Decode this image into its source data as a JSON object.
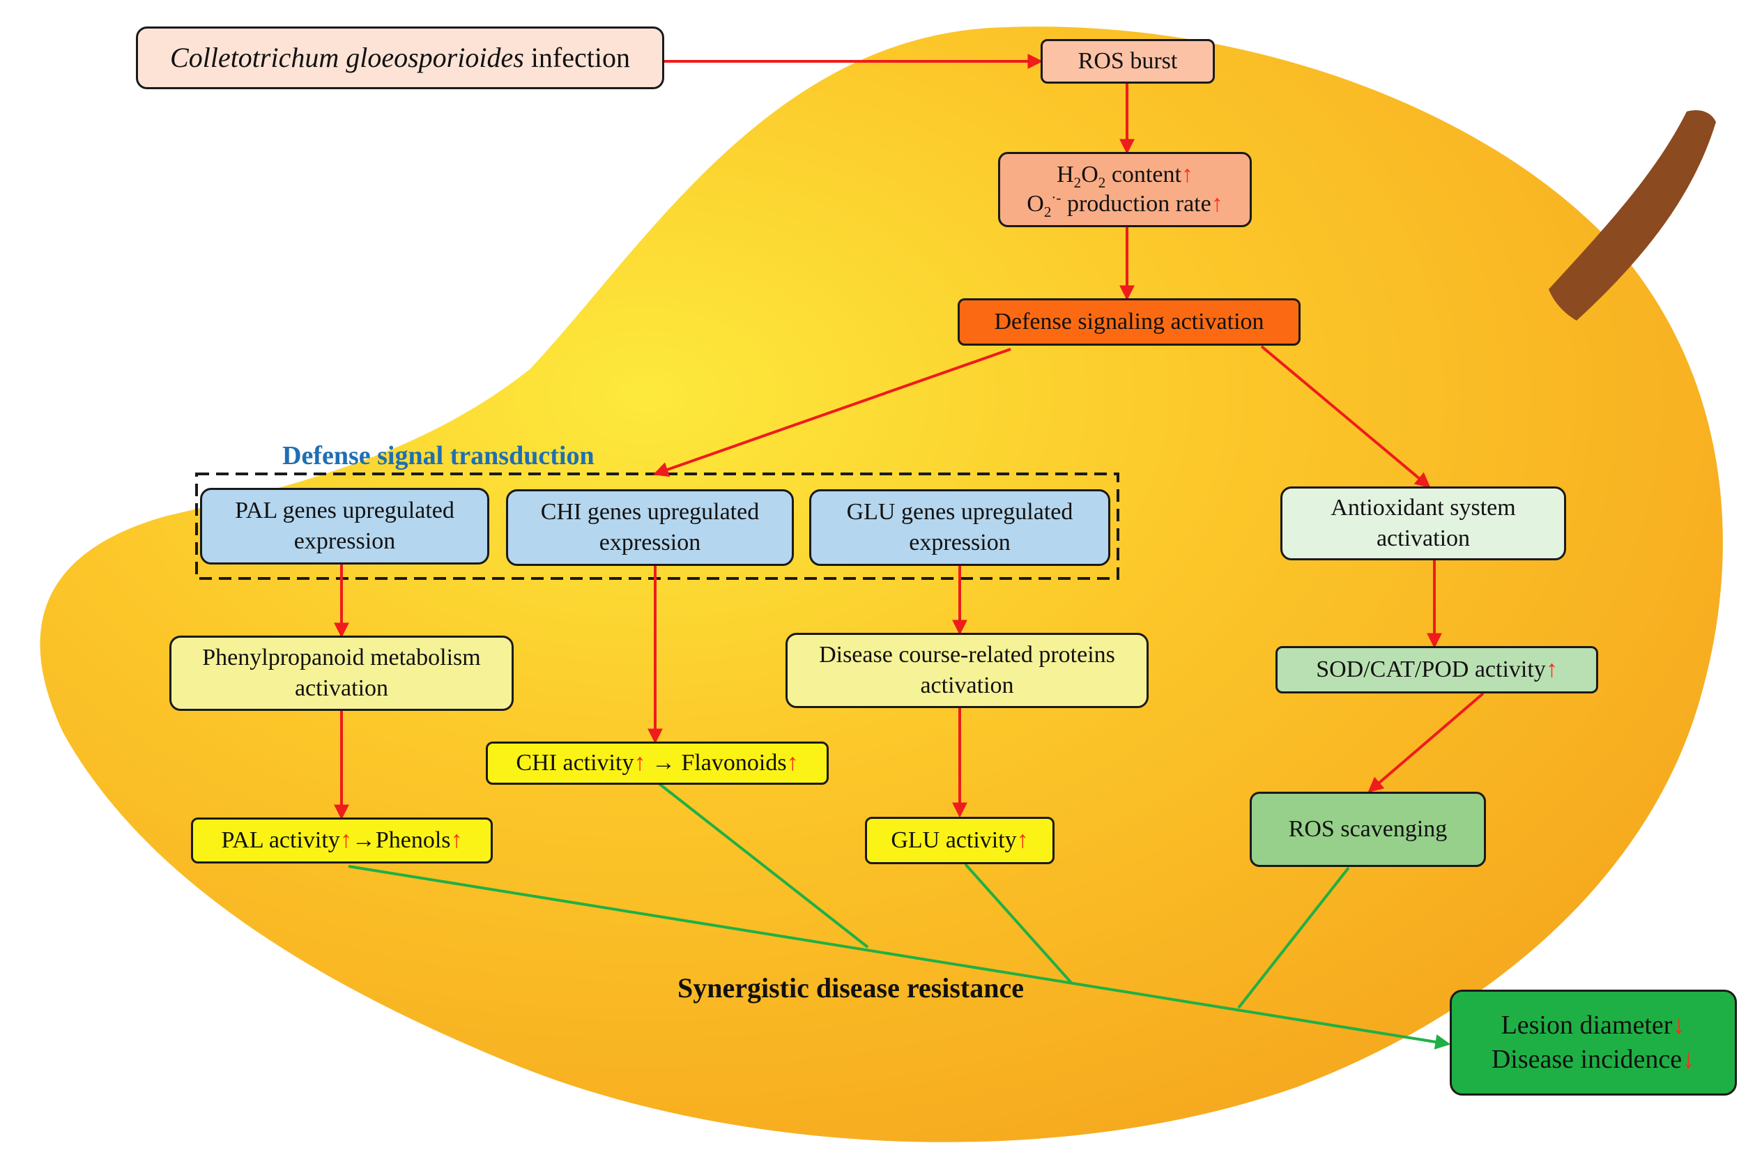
{
  "nodes": {
    "infection": {
      "italic": "Colletotrichum gloeosporioides",
      "rest": " infection"
    },
    "ros_burst": {
      "text": "ROS burst"
    },
    "h2o2": {
      "line1_prefix": "H",
      "line1_sub1": "2",
      "line1_mid": "O",
      "line1_sub2": "2",
      "line1_text": " content",
      "line2_prefix": "O",
      "line2_sub": "2",
      "line2_sup": "·-",
      "line2_text": " production rate",
      "arrow": "↑"
    },
    "defense_signaling": {
      "text": "Defense signaling activation"
    },
    "pal_genes": {
      "line1": "PAL genes upregulated",
      "line2": "expression"
    },
    "chi_genes": {
      "line1": "CHI genes upregulated",
      "line2": "expression"
    },
    "glu_genes": {
      "line1": "GLU genes upregulated",
      "line2": "expression"
    },
    "antioxidant": {
      "line1": "Antioxidant system",
      "line2": "activation"
    },
    "phenylpropanoid": {
      "line1": "Phenylpropanoid metabolism",
      "line2": "activation"
    },
    "disease_proteins": {
      "line1": "Disease course-related proteins",
      "line2": "activation"
    },
    "sod": {
      "text": "SOD/CAT/POD activity",
      "arrow": "↑"
    },
    "chi_activity": {
      "text1": "CHI activity",
      "arrow1": "↑",
      "text2": " → Flavonoids",
      "arrow2": "↑"
    },
    "pal_activity": {
      "text1": "PAL activity",
      "arrow1": "↑",
      "text2": "→Phenols",
      "arrow2": "↑"
    },
    "glu_activity": {
      "text": "GLU activity",
      "arrow": "↑"
    },
    "ros_scavenging": {
      "text": "ROS scavenging"
    },
    "outcome": {
      "line1": "Lesion diameter",
      "line2": "Disease incidence",
      "arrow": "↓"
    }
  },
  "labels": {
    "transduction": "Defense signal transduction",
    "synergistic": "Synergistic disease resistance"
  },
  "colors": {
    "mango": "#f9b21f",
    "mango_highlight": "#fde43a",
    "stem": "#8b4a1f",
    "arrow_red": "#ee1c1c",
    "line_green": "#1fb045",
    "transduction_title": "#1e6fb3"
  }
}
